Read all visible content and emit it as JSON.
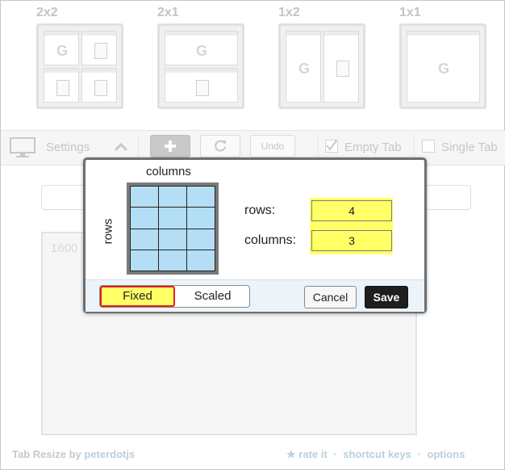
{
  "layouts": [
    {
      "label": "2x2"
    },
    {
      "label": "2x1"
    },
    {
      "label": "1x2"
    },
    {
      "label": "1x1"
    }
  ],
  "toolbar": {
    "settings_label": "Settings",
    "undo_label": "Undo",
    "empty_tab_label": "Empty Tab",
    "single_tab_label": "Single Tab"
  },
  "resolution_text": "1600",
  "modal": {
    "columns_caption": "columns",
    "rows_caption": "rows",
    "rows_label": "rows:",
    "columns_label": "columns:",
    "rows_value": "4",
    "columns_value": "3",
    "grid": {
      "rows": 4,
      "columns": 3,
      "cell_color": "#b4def5"
    },
    "mode_fixed": "Fixed",
    "mode_scaled": "Scaled",
    "selected_mode": "Fixed",
    "cancel_label": "Cancel",
    "save_label": "Save"
  },
  "footer": {
    "app_name": "Tab Resize",
    "by": "by",
    "author": "peterdotjs",
    "rate": "rate it",
    "shortcuts": "shortcut keys",
    "options": "options",
    "separator": "·"
  },
  "colors": {
    "highlight_yellow": "#ffff66",
    "selected_outline": "#e02020",
    "save_button": "#1e1e1e"
  }
}
